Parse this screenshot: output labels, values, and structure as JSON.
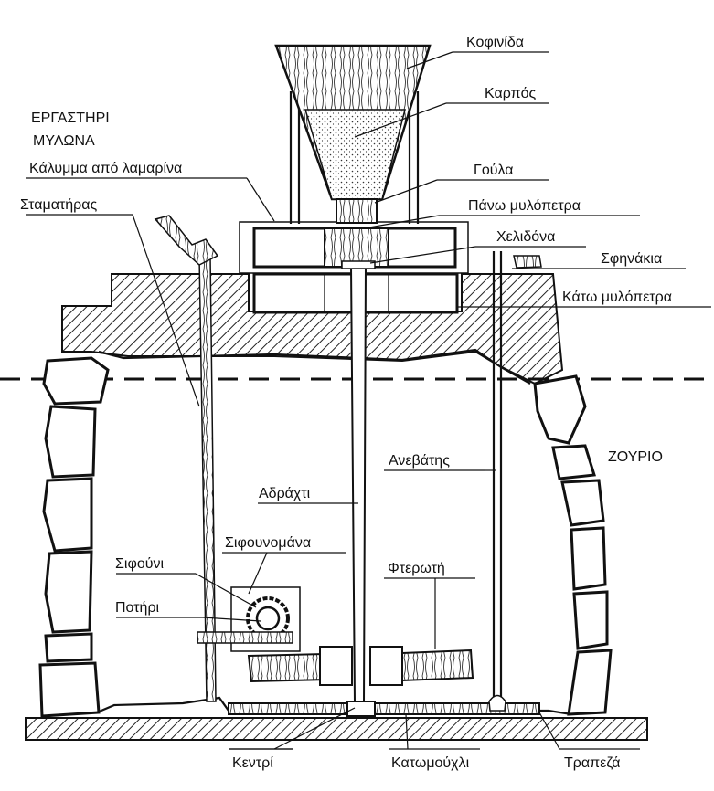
{
  "title": {
    "line1": "ΕΡΓΑΣΤΗΡΙ",
    "line2": "ΜΥΛΩΝΑ"
  },
  "zone_label": "ΖΟΥΡΙΟ",
  "labels": {
    "kofinida": "Κοφινίδα",
    "karpos": "Καρπός",
    "kalymma": "Κάλυμμα από λαμαρίνα",
    "goula": "Γούλα",
    "pano": "Πάνω μυλόπετρα",
    "stamatiras": "Σταματήρας",
    "chelidona": "Χελιδόνα",
    "sfinakia": "Σφηνάκια",
    "kato": "Κάτω μυλόπετρα",
    "anevatis": "Ανεβάτης",
    "adrachti": "Αδράχτι",
    "sifounomana": "Σιφουνομάνα",
    "sifouni": "Σιφούνι",
    "potiri": "Ποτήρι",
    "fteroti": "Φτερωτή",
    "kentri": "Κεντρί",
    "katomouchli": "Κατωμούχλι",
    "trapeza": "Τραπεζά"
  },
  "colors": {
    "ink": "#111111",
    "paper": "#ffffff",
    "hatch": "#222222"
  }
}
